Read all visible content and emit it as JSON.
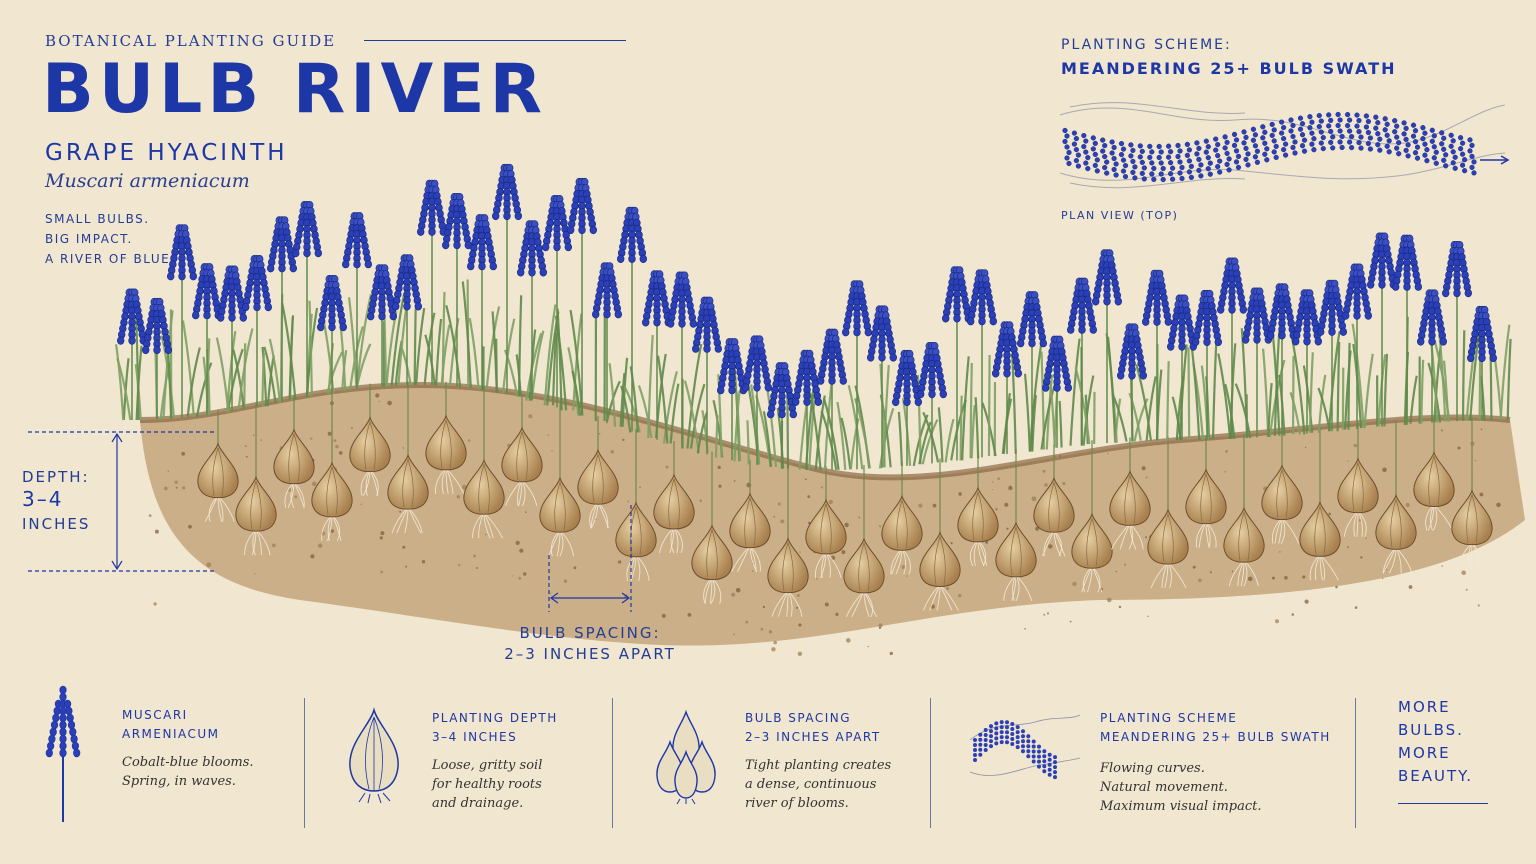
{
  "header": {
    "kicker": "BOTANICAL PLANTING GUIDE",
    "title": "BULB RIVER",
    "subtitle": "GRAPE HYACINTH",
    "latin_name": "Muscari armeniacum",
    "tagline": [
      "SMALL BULBS.",
      "BIG IMPACT.",
      "A RIVER OF BLUE."
    ]
  },
  "scheme_panel": {
    "kicker": "PLANTING SCHEME:",
    "title": "MEANDERING 25+ BULB SWATH",
    "view_label": "PLAN VIEW (TOP)"
  },
  "illustration": {
    "depth_label": "DEPTH:",
    "depth_value": "3–4",
    "depth_unit": "INCHES",
    "spacing_label": "BULB SPACING:",
    "spacing_value": "2–3 INCHES APART"
  },
  "cards": [
    {
      "icon": "grape-hyacinth-icon",
      "title": [
        "MUSCARI",
        "ARMENIACUM"
      ],
      "body": [
        "Cobalt-blue blooms.",
        "Spring, in waves."
      ]
    },
    {
      "icon": "bulb-icon",
      "title": [
        "PLANTING DEPTH",
        "3–4 INCHES"
      ],
      "body": [
        "Loose, gritty soil",
        "for healthy roots",
        "and drainage."
      ]
    },
    {
      "icon": "bulb-cluster-icon",
      "title": [
        "BULB SPACING",
        "2–3 INCHES APART"
      ],
      "body": [
        "Tight planting creates",
        "a dense, continuous",
        "river of blooms."
      ]
    },
    {
      "icon": "swath-icon",
      "title": [
        "PLANTING SCHEME",
        "MEANDERING 25+ BULB SWATH"
      ],
      "body": [
        "Flowing curves.",
        "Natural movement.",
        "Maximum visual impact."
      ]
    }
  ],
  "slogan": [
    "MORE",
    "BULBS.",
    "MORE",
    "BEAUTY."
  ],
  "colors": {
    "background": "#f1e6cf",
    "ink_blue": "#1e37a6",
    "bloom_blue": "#2a3fb8",
    "leaf_green": "#5f8a4a",
    "soil": "#b8956a",
    "bulb": "#c9a676"
  }
}
